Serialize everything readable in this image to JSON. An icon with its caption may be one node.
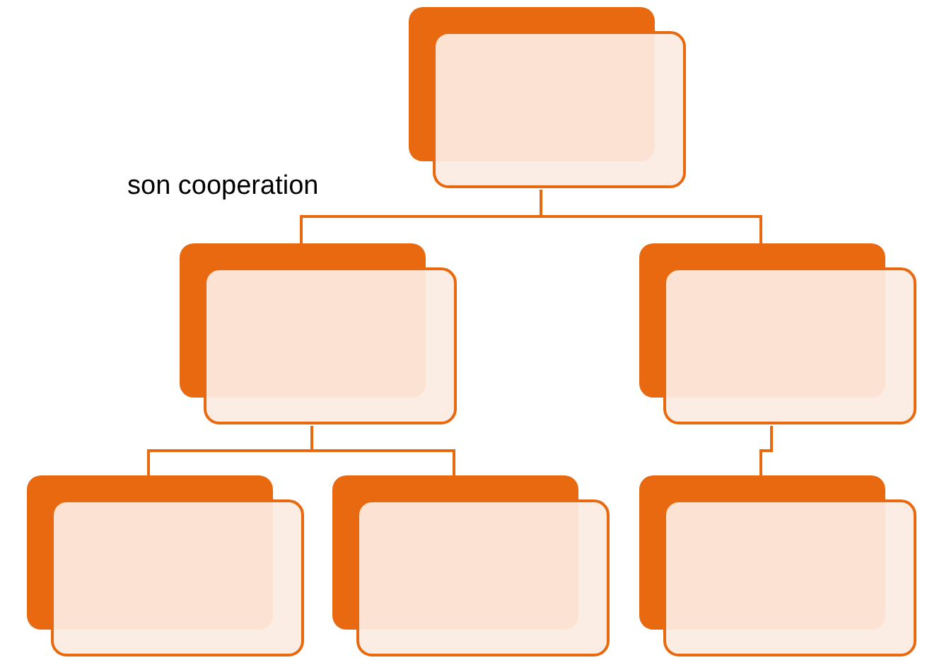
{
  "diagram": {
    "nodes": [
      {
        "text": [],
        "shape": "box"
      },
      {
        "text": [],
        "shape": "box"
      },
      {
        "text": [],
        "shape": "box"
      },
      {
        "text": [],
        "shape": "box"
      },
      {
        "text": [],
        "shape": "box"
      },
      {
        "text": [],
        "shape": "box"
      }
    ],
    "edges": [
      {
        "from": 0,
        "to": 1,
        "arrow": "none"
      },
      {
        "from": 0,
        "to": 2,
        "arrow": "none"
      },
      {
        "from": 1,
        "to": 3,
        "arrow": "none"
      },
      {
        "from": 1,
        "to": 4,
        "arrow": "none"
      },
      {
        "from": 2,
        "to": 5,
        "arrow": "none"
      }
    ],
    "labels": [
      "son cooperation"
    ]
  }
}
